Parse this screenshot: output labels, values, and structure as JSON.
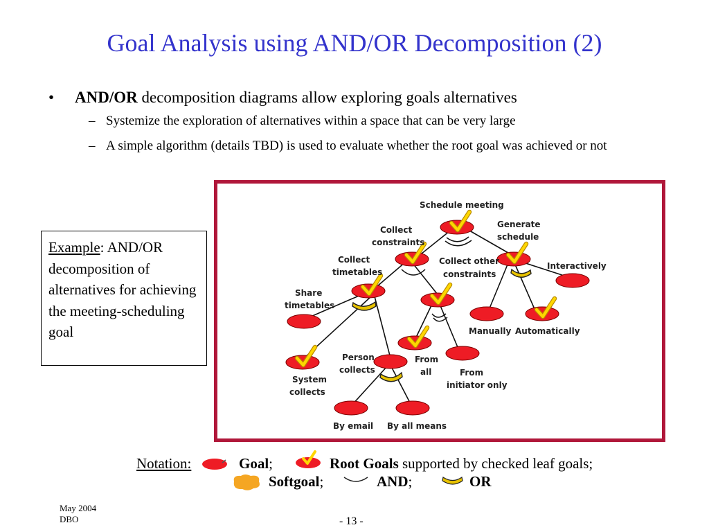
{
  "slide": {
    "title": "Goal Analysis using AND/OR Decomposition (2)",
    "bullet": {
      "marker": "•",
      "bold": "AND/OR",
      "text": " decomposition diagrams allow exploring goals alternatives"
    },
    "sub_bullets": [
      {
        "marker": "–",
        "text": "Systemize  the exploration of alternatives within a space that can be very large"
      },
      {
        "marker": "–",
        "text": "A simple algorithm (details TBD) is used to evaluate whether the root goal was achieved or not"
      }
    ],
    "example": {
      "label": "Example",
      "text": ": AND/OR decomposition of alternatives for achieving the meeting-scheduling goal"
    },
    "diagram": {
      "labels": {
        "schedule_meeting": "Schedule meeting",
        "collect_constraints_1": "Collect",
        "collect_constraints_2": "constraints",
        "generate_schedule_1": "Generate",
        "generate_schedule_2": "schedule",
        "collect_timetables_1": "Collect",
        "collect_timetables_2": "timetables",
        "collect_other_1": "Collect other",
        "collect_other_2": "constraints",
        "interactively": "Interactively",
        "share_timetables_1": "Share",
        "share_timetables_2": "timetables",
        "manually": "Manually",
        "automatically": "Automatically",
        "person_collects_1": "Person",
        "person_collects_2": "collects",
        "from_all_1": "From",
        "from_all_2": "all",
        "from_initiator_1": "From",
        "from_initiator_2": "initiator only",
        "system_collects_1": "System",
        "system_collects_2": "collects",
        "by_email": "By email",
        "by_all_means": "By all means"
      },
      "colors": {
        "goal": "#ee1c25",
        "check": "#ffd700",
        "or_arc": "#e8c200",
        "frame": "#b0173a"
      }
    },
    "notation": {
      "label": "Notation:",
      "goal": "Goal",
      "goal_sep": ";",
      "root_goals": "Root Goals",
      "root_goals_suffix": " supported by checked leaf goals;",
      "softgoal": "Softgoal",
      "softgoal_sep": ";",
      "and": "AND",
      "and_sep": ";",
      "or": "OR"
    },
    "footer": {
      "date": "May 2004",
      "author": "DBO",
      "page": "- 13 -"
    }
  }
}
